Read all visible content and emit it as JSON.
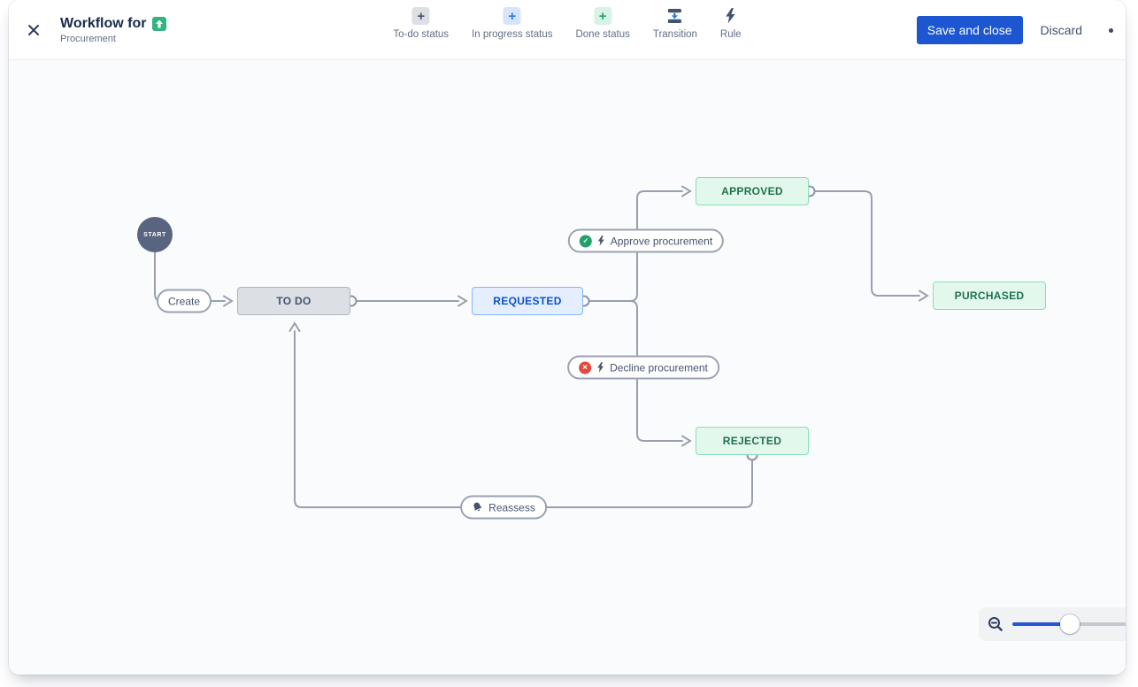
{
  "header": {
    "title": "Workflow for",
    "subtitle": "Procurement"
  },
  "toolbar": {
    "items": [
      {
        "label": "To-do status",
        "icon": "plus-gray-square"
      },
      {
        "label": "In progress status",
        "icon": "plus-blue-square"
      },
      {
        "label": "Done status",
        "icon": "plus-green-square"
      },
      {
        "label": "Transition",
        "icon": "transition-bars-arrow"
      },
      {
        "label": "Rule",
        "icon": "lightning-bolt"
      }
    ]
  },
  "actions": {
    "save_label": "Save and close",
    "discard_label": "Discard"
  },
  "diagram": {
    "start_label": "START",
    "statuses": [
      {
        "label": "TO DO",
        "category": "todo"
      },
      {
        "label": "REQUESTED",
        "category": "in-progress"
      },
      {
        "label": "APPROVED",
        "category": "done"
      },
      {
        "label": "REJECTED",
        "category": "done"
      },
      {
        "label": "PURCHASED",
        "category": "done"
      }
    ],
    "transitions": [
      {
        "label": "Create",
        "icons": []
      },
      {
        "label": "Approve procurement",
        "icons": [
          "check-circle",
          "lightning-bolt"
        ]
      },
      {
        "label": "Decline procurement",
        "icons": [
          "cross-circle",
          "lightning-bolt"
        ]
      },
      {
        "label": "Reassess",
        "icons": [
          "bell"
        ]
      }
    ],
    "flow": [
      "START -> Create -> TO DO",
      "TO DO -> REQUESTED",
      "REQUESTED -> Approve procurement -> APPROVED",
      "REQUESTED -> Decline procurement -> REJECTED",
      "APPROVED -> PURCHASED",
      "REJECTED -> Reassess -> TO DO"
    ]
  },
  "colors": {
    "primary_button": "#1C56D0",
    "todo_bg": "#DCDFE4",
    "todo_text": "#44546F",
    "inprogress_bg": "#E4EEFF",
    "inprogress_text": "#0C51CC",
    "done_bg": "#E3F8EC",
    "done_text": "#20714C",
    "edge": "#98A0B0",
    "approve_badge": "#22A06B",
    "decline_badge": "#E2483D",
    "start_node": "#596580",
    "zoom_slider_fill": "#2457D6"
  }
}
